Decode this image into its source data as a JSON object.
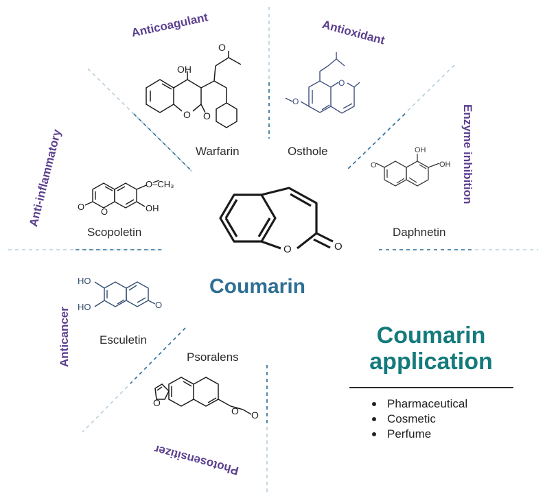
{
  "categories": {
    "anticoagulant": "Anticoagulant",
    "antioxidant": "Antioxidant",
    "enzyme_inhibition": "Enzyme inhibition",
    "anti_inflammatory": "Anti-inflammatory",
    "anticancer": "Anticancer",
    "photosensitizer": "Photosensitizer"
  },
  "compounds": {
    "warfarin": "Warfarin",
    "osthole": "Osthole",
    "daphnetin": "Daphnetin",
    "scopoletin": "Scopoletin",
    "esculetin": "Esculetin",
    "psoralens": "Psoralens"
  },
  "center_title": "Coumarin",
  "application": {
    "title_line1": "Coumarin",
    "title_line2": "application",
    "items": [
      "Pharmaceutical",
      "Cosmetic",
      "Perfume"
    ]
  },
  "atom_labels": {
    "oh": "OH",
    "ho": "HO",
    "o": "O",
    "och3": "O–CH₃"
  },
  "colors": {
    "category": "#5b3f8e",
    "title": "#2e6f93",
    "application": "#157a7c",
    "structure_dark": "#1b1b1b",
    "structure_blue": "#3f4f7e",
    "divider": "#2f6f9a"
  }
}
